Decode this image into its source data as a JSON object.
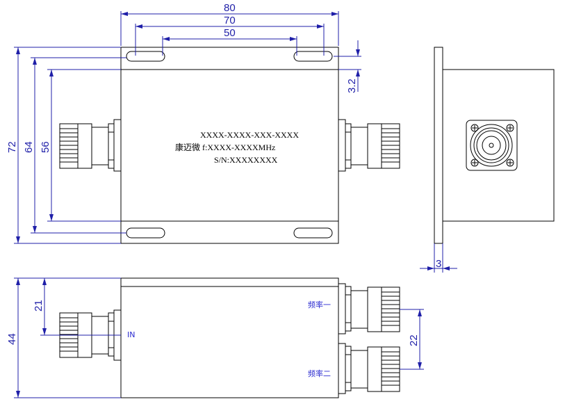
{
  "dimensions": {
    "top_width_80": "80",
    "top_width_70": "70",
    "top_width_50": "50",
    "slot_offset": "3.2",
    "height_72": "72",
    "height_64": "64",
    "height_56": "56",
    "flange_thickness": "3",
    "front_height": "44",
    "port_offset": "21",
    "port_spacing": "22"
  },
  "label": {
    "model": "XXXX-XXXX-XXX-XXXX",
    "brand_freq": "康迈微 f:XXXX-XXXXMHz",
    "serial": "S/N:XXXXXXXX"
  },
  "ports": {
    "input": "IN",
    "output1": "频率一",
    "output2": "频率二"
  },
  "colors": {
    "dimension": "#1f1fa8",
    "port_label": "#2b2bd0",
    "outline": "#000000"
  }
}
